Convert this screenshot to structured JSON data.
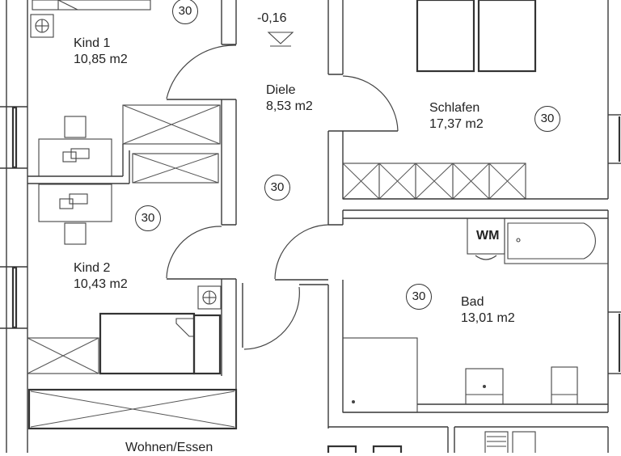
{
  "plan": {
    "rooms": [
      {
        "name": "Kind 1",
        "area": "10,85 m2"
      },
      {
        "name": "Diele",
        "area": "8,53 m2"
      },
      {
        "name": "Schlafen",
        "area": "17,37 m2"
      },
      {
        "name": "Kind 2",
        "area": "10,43 m2"
      },
      {
        "name": "Bad",
        "area": "13,01 m2"
      },
      {
        "name": "Wohnen/Essen",
        "area": ""
      }
    ],
    "circle_markers": [
      "30",
      "30",
      "30",
      "30",
      "30"
    ],
    "level_marker": "-0,16",
    "appliance_label": "WM"
  }
}
